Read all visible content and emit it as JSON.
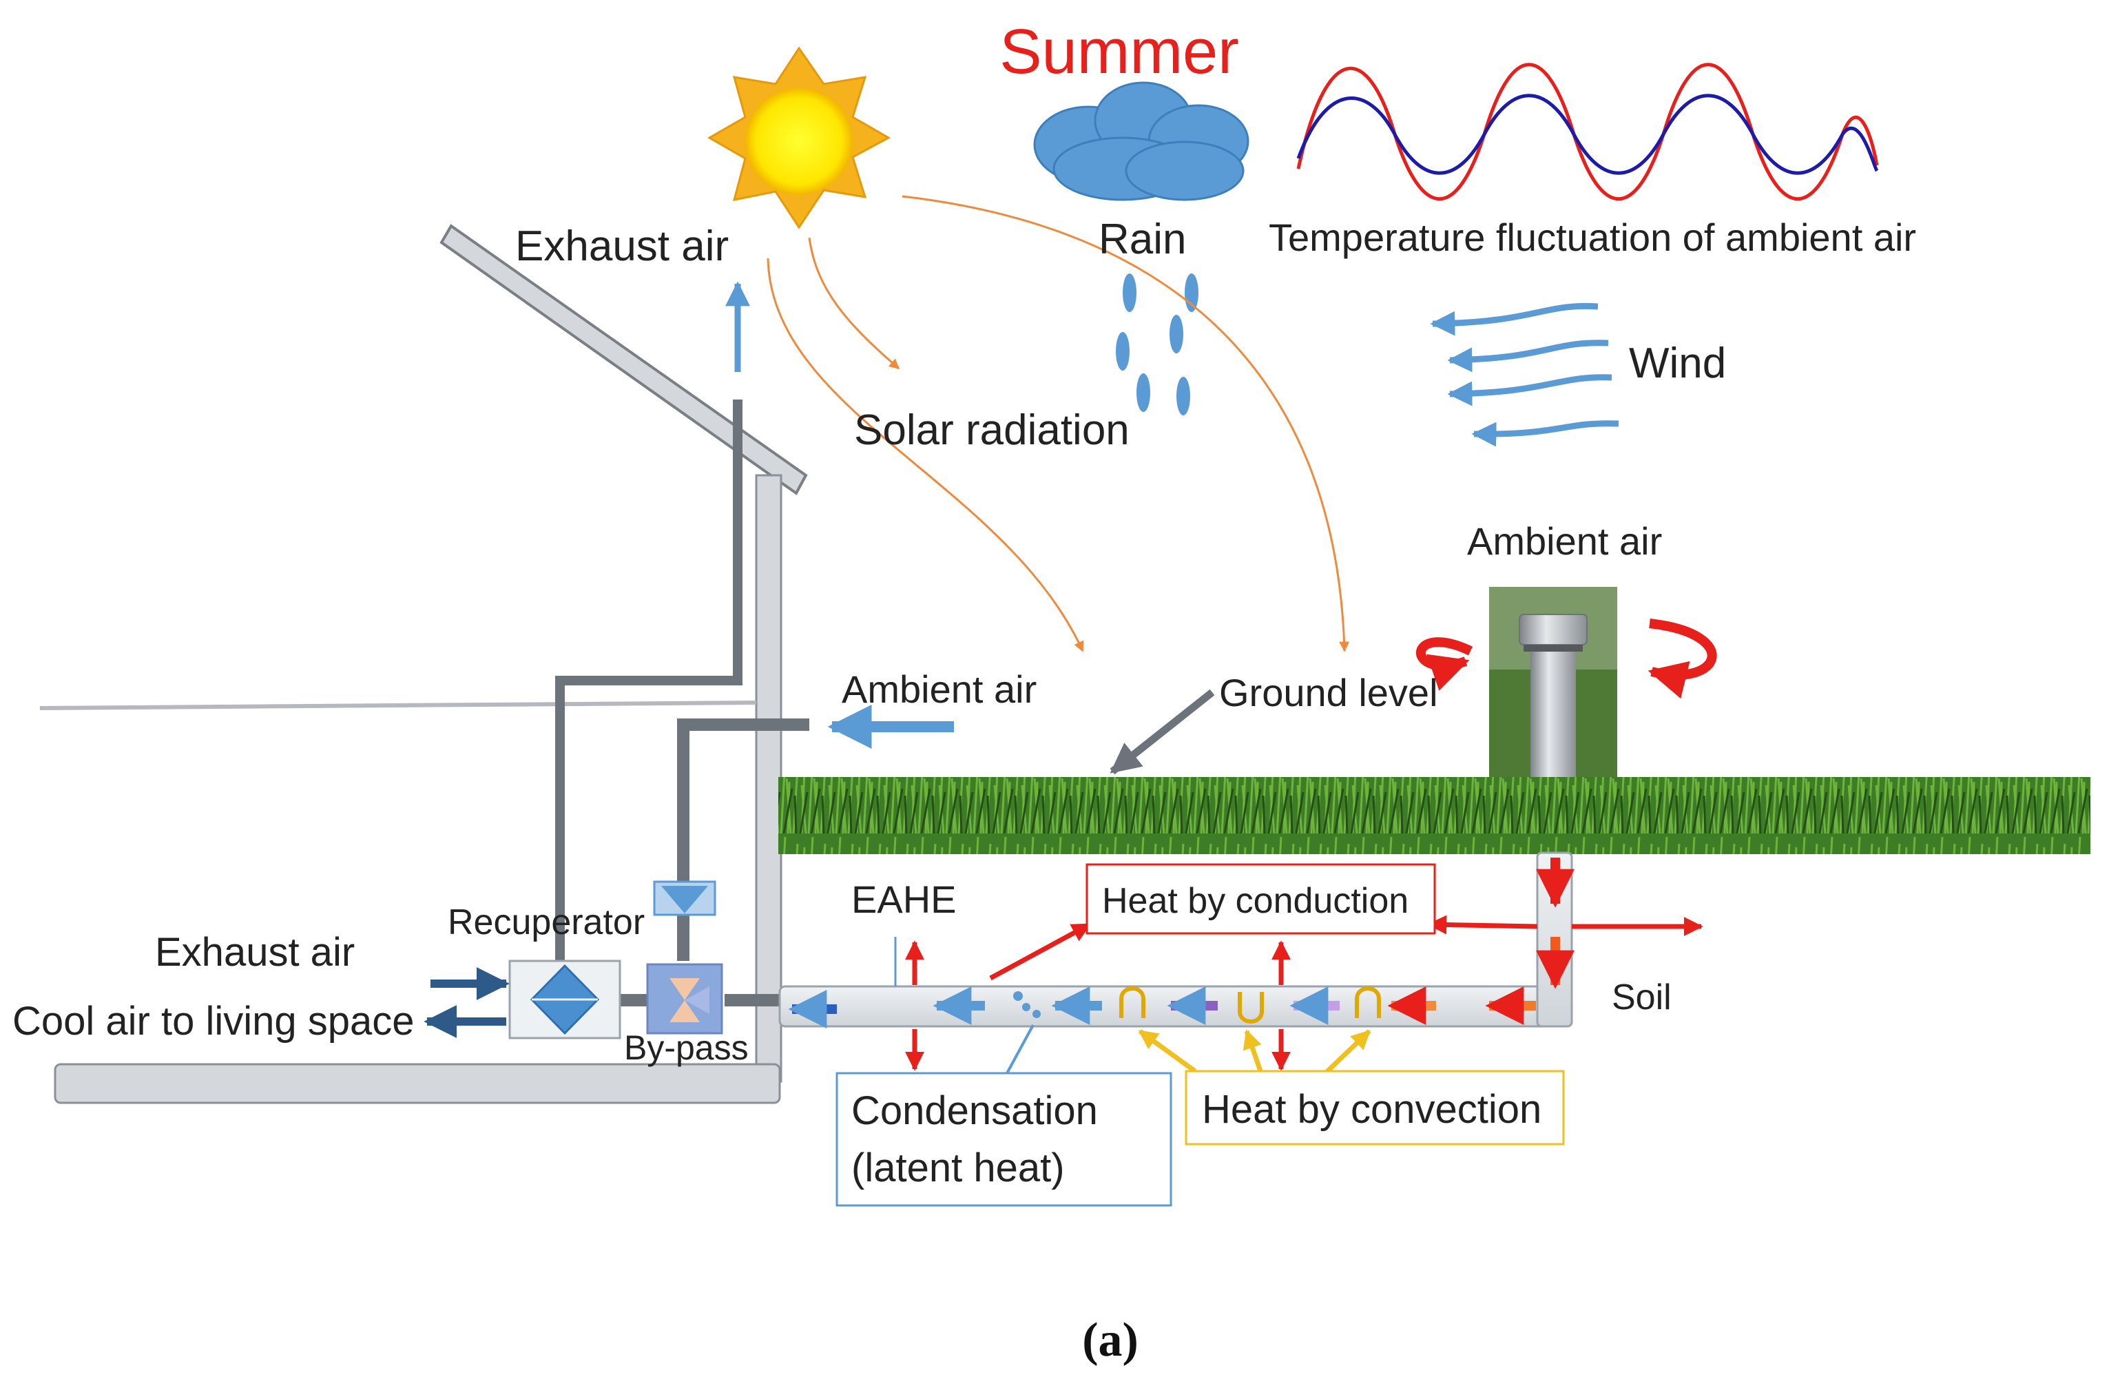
{
  "diagram": {
    "title": "Summer",
    "caption": {
      "open": "(",
      "letter": "a",
      "close": ")"
    },
    "labels": {
      "exhaust_air_top": "Exhaust  air",
      "rain": "Rain",
      "temperature": "Temperature fluctuation of ambient air",
      "wind": "Wind",
      "solar_radiation": "Solar radiation",
      "ambient_air_intake": "Ambient air",
      "ambient_air_inlet": "Ambient air",
      "ground_level": "Ground level",
      "eahe": "EAHE",
      "heat_by_conduction": "Heat by conduction",
      "soil": "Soil",
      "recuperator": "Recuperator",
      "exhaust_air_left": "Exhaust  air",
      "cool_air": "Cool air to living  space",
      "bypass": "By-pass",
      "condensation_line1": "Condensation",
      "condensation_line2": "(latent heat)",
      "heat_by_convection": "Heat by convection"
    },
    "colors": {
      "title_red": "#e8201c",
      "sun_core": "#ffee00",
      "sun_rays": "#f6b21c",
      "cloud": "#5b9bd5",
      "wave_red": "#e8201c",
      "wave_blue": "#1c1ca8",
      "arrow_blue": "#5b9bd5",
      "arrow_red": "#e8201c",
      "radiation_orange": "#ef8a3c",
      "wall_grey": "#d4d8dc",
      "duct_grey": "#6c737b",
      "grass": "#3a7a24",
      "convection_yellow": "#f0c020"
    }
  }
}
